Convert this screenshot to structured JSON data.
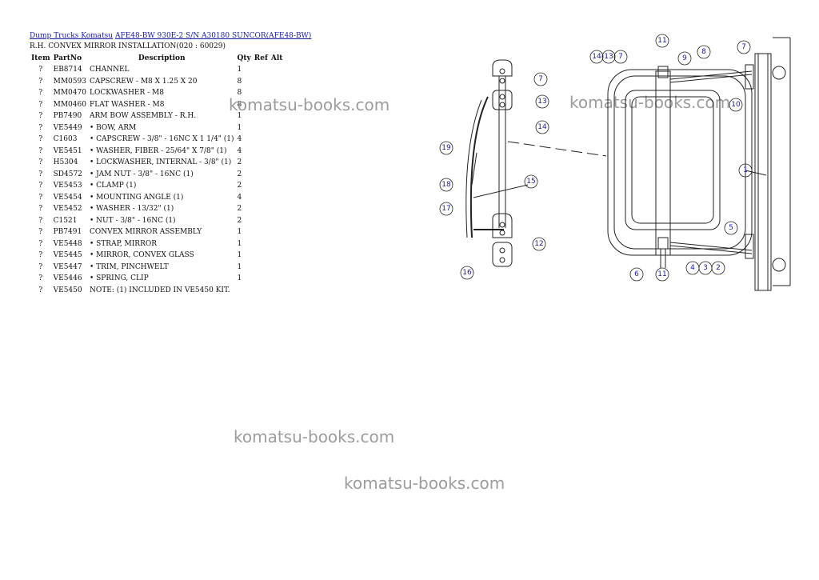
{
  "breadcrumb": {
    "link1": "Dump Trucks Komatsu",
    "link2": "AFE48-BW 930E-2 S/N A30180 SUNCOR(AFE48-BW)"
  },
  "subtitle": "R.H. CONVEX MIRROR INSTALLATION(020 : 60029)",
  "table": {
    "headers": {
      "item": "Item",
      "partno": "PartNo",
      "description": "Description",
      "qty": "Qty",
      "ref": "Ref",
      "alt": "Alt"
    },
    "rows": [
      {
        "item": "?",
        "partno": "EB8714",
        "description": "CHANNEL",
        "qty": "1"
      },
      {
        "item": "?",
        "partno": "MM0593",
        "description": "CAPSCREW - M8 X 1.25 X 20",
        "qty": "8"
      },
      {
        "item": "?",
        "partno": "MM0470",
        "description": "LOCKWASHER - M8",
        "qty": "8"
      },
      {
        "item": "?",
        "partno": "MM0460",
        "description": "FLAT WASHER - M8",
        "qty": "8"
      },
      {
        "item": "?",
        "partno": "PB7490",
        "description": "ARM BOW ASSEMBLY - R.H.",
        "qty": "1"
      },
      {
        "item": "?",
        "partno": "VE5449",
        "description": "• BOW, ARM",
        "qty": "1"
      },
      {
        "item": "?",
        "partno": "C1603",
        "description": "• CAPSCREW - 3/8\" - 16NC X 1 1/4\" (1)",
        "qty": "4"
      },
      {
        "item": "?",
        "partno": "VE5451",
        "description": "• WASHER, FIBER - 25/64\" X 7/8\" (1)",
        "qty": "4"
      },
      {
        "item": "?",
        "partno": "H5304",
        "description": "• LOCKWASHER, INTERNAL - 3/8\" (1)",
        "qty": "2"
      },
      {
        "item": "?",
        "partno": "SD4572",
        "description": "• JAM NUT - 3/8\" - 16NC (1)",
        "qty": "2"
      },
      {
        "item": "?",
        "partno": "VE5453",
        "description": "• CLAMP (1)",
        "qty": "2"
      },
      {
        "item": "?",
        "partno": "VE5454",
        "description": "• MOUNTING ANGLE (1)",
        "qty": "4"
      },
      {
        "item": "?",
        "partno": "VE5452",
        "description": "• WASHER - 13/32\" (1)",
        "qty": "2"
      },
      {
        "item": "?",
        "partno": "C1521",
        "description": "• NUT - 3/8\" - 16NC (1)",
        "qty": "2"
      },
      {
        "item": "?",
        "partno": "PB7491",
        "description": "CONVEX MIRROR ASSEMBLY",
        "qty": "1"
      },
      {
        "item": "?",
        "partno": "VE5448",
        "description": "• STRAP, MIRROR",
        "qty": "1"
      },
      {
        "item": "?",
        "partno": "VE5445",
        "description": "• MIRROR, CONVEX GLASS",
        "qty": "1"
      },
      {
        "item": "?",
        "partno": "VE5447",
        "description": "• TRIM, PINCHWELT",
        "qty": "1"
      },
      {
        "item": "?",
        "partno": "VE5446",
        "description": "• SPRING, CLIP",
        "qty": "1"
      },
      {
        "item": "?",
        "partno": "VE5450",
        "description": "NOTE: (1) INCLUDED IN VE5450 KIT.",
        "qty": ""
      }
    ]
  },
  "watermark": "komatsu-books.com",
  "callouts": [
    "1",
    "2",
    "3",
    "4",
    "5",
    "6",
    "7",
    "8",
    "9",
    "10",
    "11",
    "12",
    "13",
    "14",
    "15",
    "16",
    "17",
    "18",
    "19"
  ],
  "colors": {
    "link": "#1a1aa8",
    "watermark": "#9c9c9c",
    "callout_text": "#1a1aa8"
  }
}
